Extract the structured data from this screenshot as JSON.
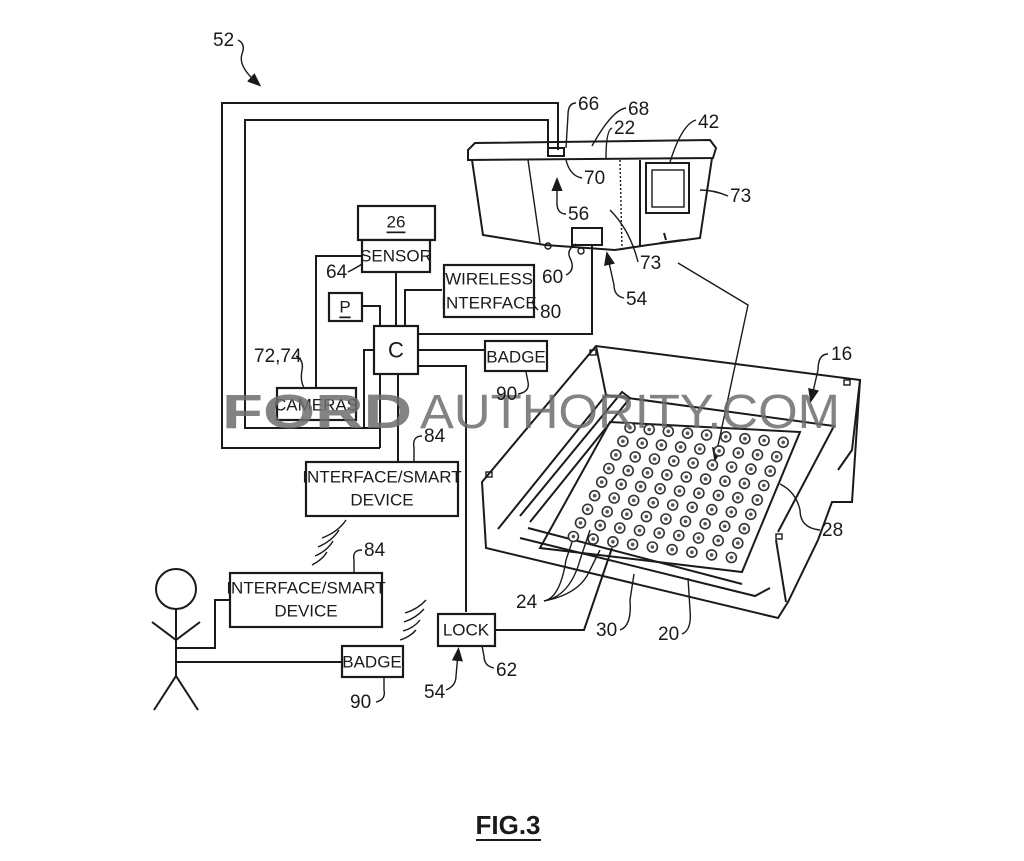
{
  "figure": {
    "caption": "FIG.3",
    "watermark_bold": "FORD",
    "watermark_rest": "AUTHORITY.COM"
  },
  "blocks": {
    "ref26": "26",
    "sensor": "SENSOR",
    "p": "P",
    "controller": "C",
    "wireless_line1": "WIRELESS",
    "wireless_line2": "INTERFACE",
    "badge_top": "BADGE",
    "cameras": "CAMERAS",
    "interface_top_line1": "INTERFACE/SMART",
    "interface_top_line2": "DEVICE",
    "interface_user_line1": "INTERFACE/SMART",
    "interface_user_line2": "DEVICE",
    "badge_user": "BADGE",
    "lock": "LOCK"
  },
  "reference_numerals": {
    "r52": "52",
    "r66": "66",
    "r68": "68",
    "r22": "22",
    "r42": "42",
    "r70": "70",
    "r73a": "73",
    "r73b": "73",
    "r56": "56",
    "r60": "60",
    "r54a": "54",
    "r64": "64",
    "r80": "80",
    "r7274": "72,74",
    "r90a": "90",
    "r84a": "84",
    "r16": "16",
    "r28": "28",
    "r84b": "84",
    "r24": "24",
    "r30": "30",
    "r20": "20",
    "r90b": "90",
    "r54b": "54",
    "r62": "62"
  }
}
